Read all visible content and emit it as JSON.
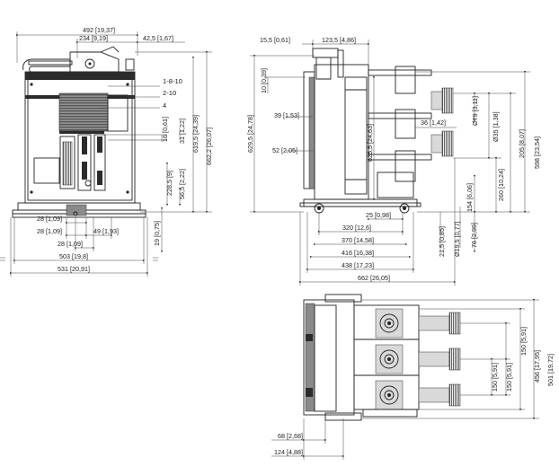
{
  "front_view": {
    "dims": {
      "overall_top": "492 [19,37]",
      "top_mid": "234 [9,19]",
      "top_right": "42,5 [1,67]",
      "h_height": "662,2 [26,07]",
      "h_619": "619,5 [24,39]",
      "h_31": "31 [1,22]",
      "h_16": "16 [0,61]",
      "h_228": "228,5 [9]",
      "h_56": "56,5 [2,22]",
      "h_19": "19 [0,75]",
      "b_28a": "28 [1,09]",
      "b_28b": "28 [1,09]",
      "b_49": "49 [1,93]",
      "b_28c": "28 [1,09]",
      "b_503": "503 [19,8]",
      "b_531": "531 [20,91]"
    },
    "callouts": {
      "c1": "1-8-10",
      "c2": "2-10",
      "c3": "4"
    }
  },
  "side_view": {
    "dims": {
      "top_15": "15,5 [0,61]",
      "top_123": "123,5 [4,86]",
      "l_10": "10 [0,39]",
      "l_629": "629,5 [24,78]",
      "l_39": "39 [1,53]",
      "l_52": "52 [2,05]",
      "m_625": "625,5 [24,63]",
      "m_36": "36 [1,42]",
      "r_79": "Ø79 [3,11]",
      "r_35": "Ø35 [1,38]",
      "r_205": "205 [8,07]",
      "r_598": "598 [23,54]",
      "r_260": "260 [10,24]",
      "r_154": "154 [6,06]",
      "r_76": "76 [2,99]",
      "r_19_5": "Ø19,5 [0,77]",
      "r_21_5": "21,5 [0,85]",
      "b_25": "25 [0,98]",
      "b_320": "320 [12,6]",
      "b_370": "370 [14,58]",
      "b_416": "416 [16,38]",
      "b_438": "438 [17,23]",
      "b_662": "662 [26,05]"
    }
  },
  "top_view": {
    "dims": {
      "r_150a": "150 [5,91]",
      "r_150b": "150 [5,91]",
      "r_150c": "150 [5,91]",
      "r_456": "456 [17,95]",
      "r_501": "501 [19,72]",
      "b_68": "68 [2,68]",
      "b_124": "124 [4,88]"
    }
  }
}
